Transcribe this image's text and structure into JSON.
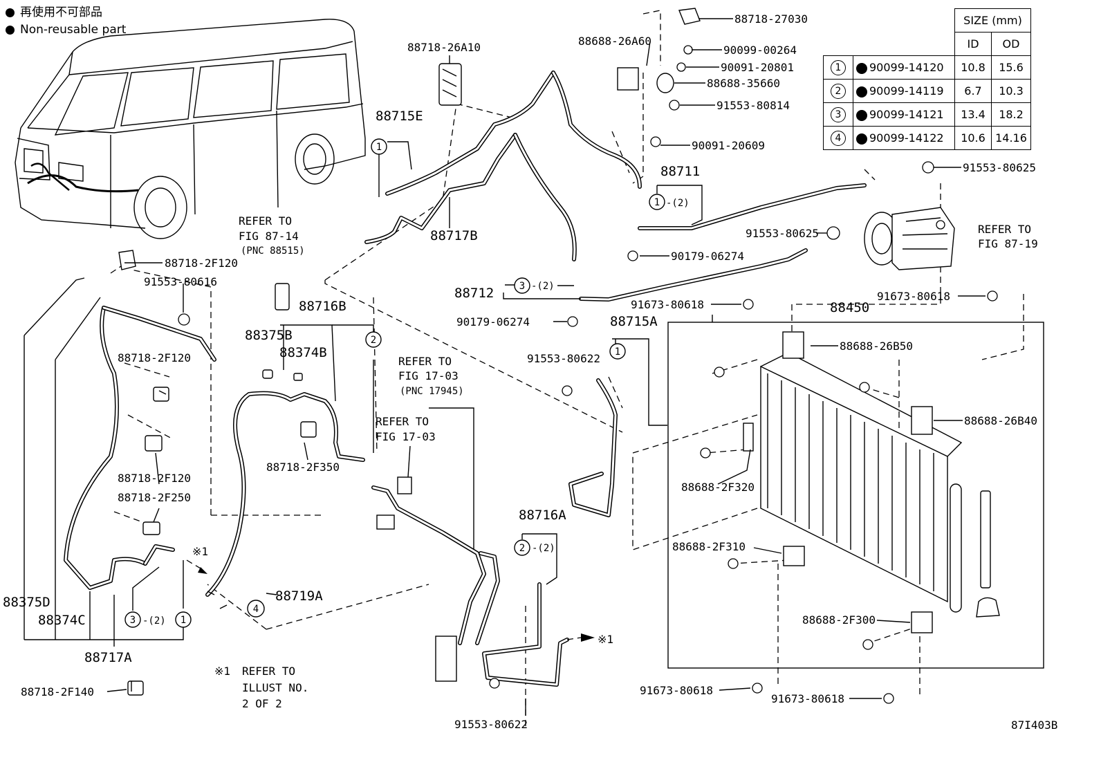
{
  "legend": {
    "line1": "再使用不可部品",
    "line2": "Non-reusable part"
  },
  "size_table": {
    "header": "SIZE (mm)",
    "col_id": "ID",
    "col_od": "OD",
    "rows": [
      {
        "num": "1",
        "part": "90099-14120",
        "id": "10.8",
        "od": "15.6"
      },
      {
        "num": "2",
        "part": "90099-14119",
        "id": "6.7",
        "od": "10.3"
      },
      {
        "num": "3",
        "part": "90099-14121",
        "id": "13.4",
        "od": "18.2"
      },
      {
        "num": "4",
        "part": "90099-14122",
        "id": "10.6",
        "od": "14.16"
      }
    ]
  },
  "labels": {
    "p88718_27030": "88718-27030",
    "p88688_26A60": "88688-26A60",
    "p90099_00264": "90099-00264",
    "p90091_20801": "90091-20801",
    "p88688_35660": "88688-35660",
    "p91553_80814": "91553-80814",
    "p90091_20609": "90091-20609",
    "p88718_26A10": "88718-26A10",
    "p88715E": "88715E",
    "p88717B": "88717B",
    "p88711": "88711",
    "p91553_80625a": "91553-80625",
    "p91553_80625b": "91553-80625",
    "p90179_06274a": "90179-06274",
    "p88712": "88712",
    "p90179_06274b": "90179-06274",
    "p91673_80618a": "91673-80618",
    "p91673_80618b": "91673-80618",
    "p88450": "88450",
    "p88715A": "88715A",
    "p91553_80622a": "91553-80622",
    "p88688_26B50": "88688-26B50",
    "p88688_26B40": "88688-26B40",
    "p88688_2F320": "88688-2F320",
    "p88688_2F310": "88688-2F310",
    "p88688_2F300": "88688-2F300",
    "p91673_80618c": "91673-80618",
    "p91673_80618d": "91673-80618",
    "p91553_80622b": "91553-80622",
    "p88716A": "88716A",
    "p88718_2F120a": "88718-2F120",
    "p91553_80616": "91553-80616",
    "p88718_2F120b": "88718-2F120",
    "p88718_2F120c": "88718-2F120",
    "p88718_2F250": "88718-2F250",
    "p88716B": "88716B",
    "p88375B": "88375B",
    "p88374B": "88374B",
    "p88718_2F350": "88718-2F350",
    "p88719A": "88719A",
    "p88375D": "88375D",
    "p88374C": "88374C",
    "p88717A": "88717A",
    "p88718_2F140": "88718-2F140",
    "suffix2": "-(2)",
    "fig_code": "87I403B"
  },
  "refs": {
    "r1_line1": "REFER TO",
    "r1_line2": "FIG 87-14",
    "r1_line3": "(PNC 88515)",
    "r2_line1": "REFER TO",
    "r2_line2": "FIG 17-03",
    "r2_line3": "(PNC 17945)",
    "r3_line1": "REFER TO",
    "r3_line2": "FIG 17-03",
    "r4_line1": "REFER TO",
    "r4_line2": "FIG 87-19",
    "note_mark": "※1",
    "note_line1": "REFER TO",
    "note_line2": "ILLUST NO.",
    "note_line3": "2 OF 2"
  },
  "callouts": {
    "c1": "1",
    "c2": "2",
    "c3": "3",
    "c4": "4"
  }
}
